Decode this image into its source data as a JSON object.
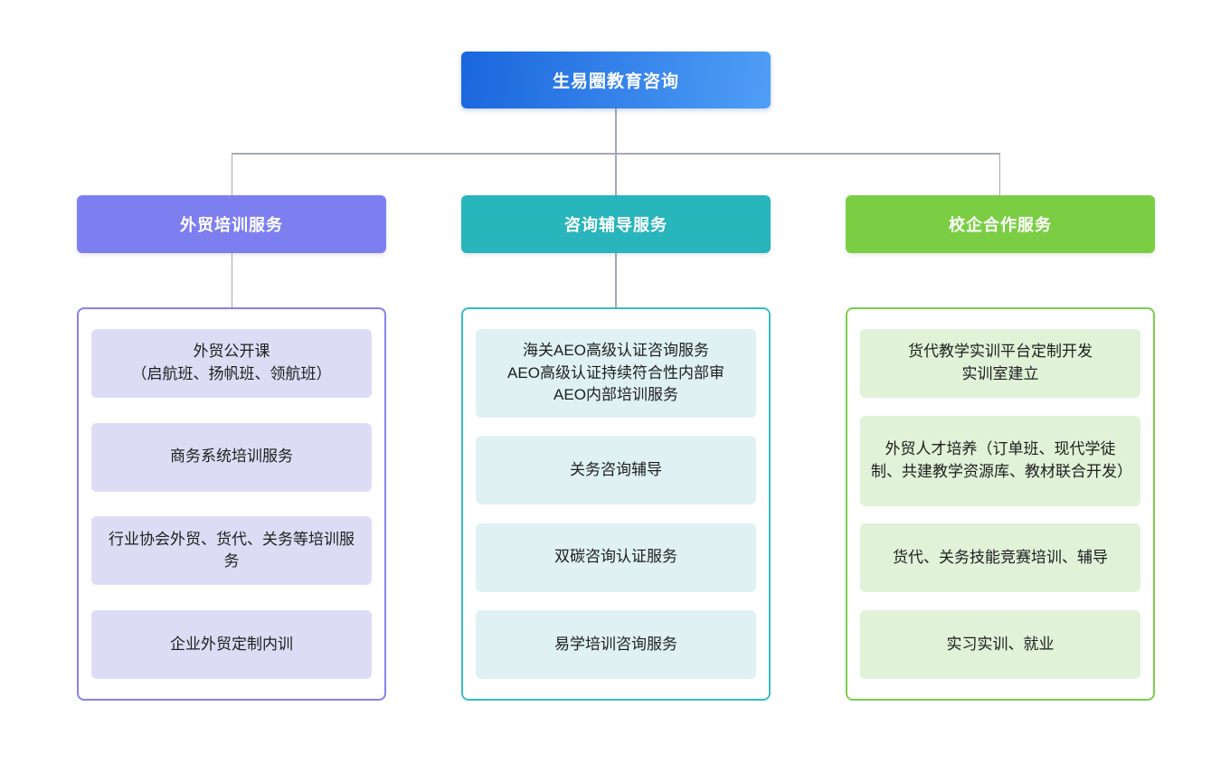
{
  "root": {
    "label": "生易圈教育咨询",
    "gradient_from": "#1A66DD",
    "gradient_to": "#4F9EF6"
  },
  "connector_color": "#A2A9B2",
  "branches": [
    {
      "label": "外贸培训服务",
      "header_color": "#7D7FF0",
      "border_color": "#8682EC",
      "item_bg": "#DEDCF5",
      "items": [
        {
          "label": "外贸公开课\n（启航班、扬帆班、领航班）"
        },
        {
          "label": "商务系统培训服务"
        },
        {
          "label": "行业协会外贸、货代、关务等培训服务"
        },
        {
          "label": "企业外贸定制内训"
        }
      ]
    },
    {
      "label": "咨询辅导服务",
      "header_color": "#29B5BC",
      "border_color": "#3ABCC2",
      "item_bg": "#DFF1F3",
      "items": [
        {
          "label": "海关AEO高级认证咨询服务\nAEO高级认证持续符合性内部审\nAEO内部培训服务"
        },
        {
          "label": "关务咨询辅导"
        },
        {
          "label": "双碳咨询认证服务"
        },
        {
          "label": "易学培训咨询服务"
        }
      ]
    },
    {
      "label": "校企合作服务",
      "header_color": "#7BCE43",
      "border_color": "#7FCC4D",
      "item_bg": "#E0F2D8",
      "items": [
        {
          "label": "货代教学实训平台定制开发\n实训室建立"
        },
        {
          "label": "外贸人才培养（订单班、现代学徒制、共建教学资源库、教材联合开发）"
        },
        {
          "label": "货代、关务技能竞赛培训、辅导"
        },
        {
          "label": "实习实训、就业"
        }
      ]
    }
  ]
}
